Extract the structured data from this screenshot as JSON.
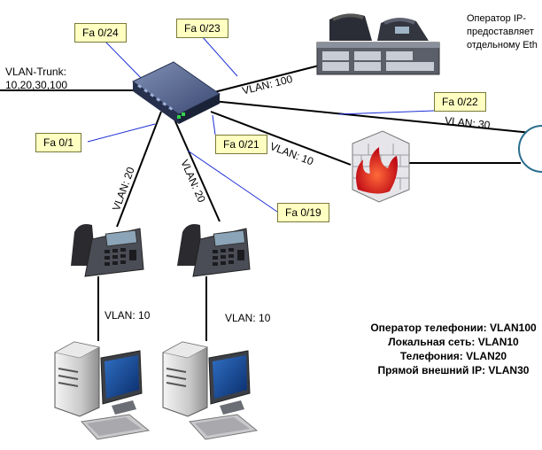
{
  "ports": {
    "fa024": "Fa 0/24",
    "fa023": "Fa 0/23",
    "fa022": "Fa 0/22",
    "fa021": "Fa 0/21",
    "fa01": "Fa 0/1",
    "fa019": "Fa 0/19"
  },
  "links": {
    "trunk_label": "VLAN-Trunk:",
    "trunk_vlans": "10,20,30,100",
    "pbx": "VLAN: 100",
    "external": "VLAN: 30",
    "firewall": "VLAN: 10",
    "phone1": "VLAN: 20",
    "phone2": "VLAN: 20",
    "pc1": "VLAN: 10",
    "pc2": "VLAN: 10"
  },
  "operator_note": {
    "line1": "Оператор IP-",
    "line2": "предоставляет",
    "line3": "отдельному Eth"
  },
  "legend": {
    "line1": "Оператор телефонии: VLAN100",
    "line2": "Локальная сеть: VLAN10",
    "line3": "Телефония: VLAN20",
    "line4": "Прямой внешний IP: VLAN30"
  },
  "icons": [
    "switch-icon",
    "pbx-icon",
    "firewall-icon",
    "router-icon",
    "ip-phone-icon",
    "workstation-icon"
  ],
  "colors": {
    "port_label_fill": "#ffffc2",
    "pointer_line": "#1d2fd6",
    "link_line": "#000000"
  }
}
